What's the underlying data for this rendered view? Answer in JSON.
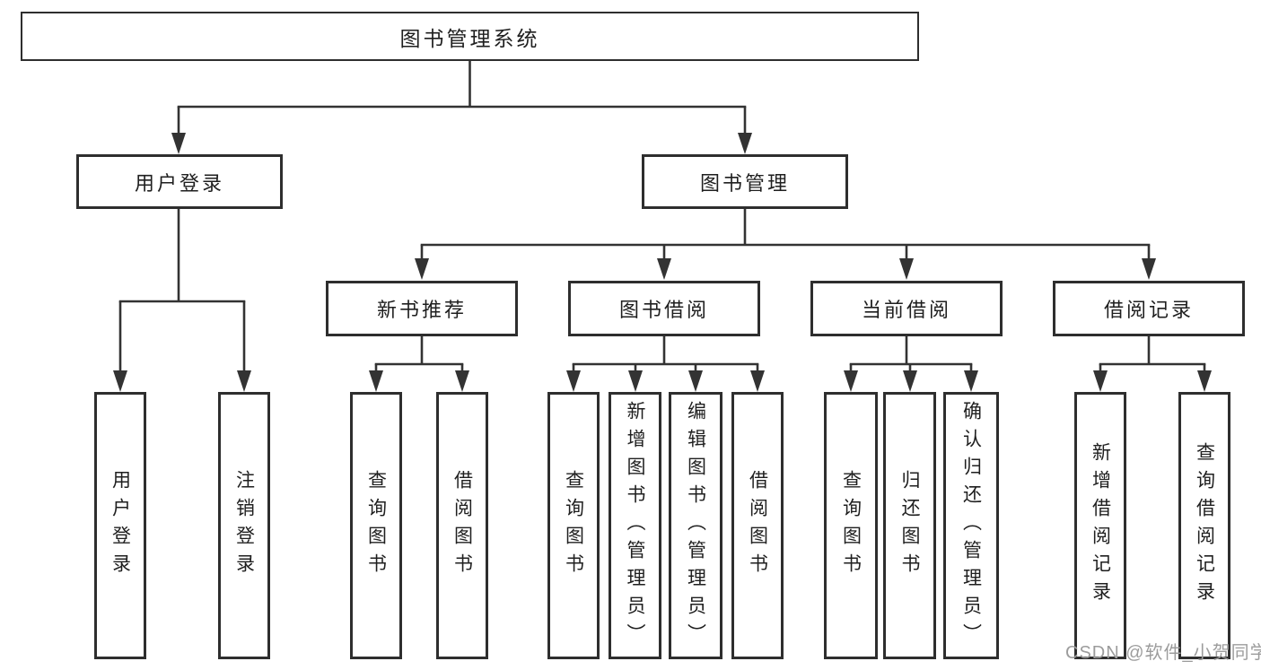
{
  "diagram": {
    "root": {
      "label": "图书管理系统"
    },
    "level2": [
      {
        "label": "用户登录"
      },
      {
        "label": "图书管理"
      }
    ],
    "level3": [
      {
        "label": "新书推荐",
        "parent": "图书管理"
      },
      {
        "label": "图书借阅",
        "parent": "图书管理"
      },
      {
        "label": "当前借阅",
        "parent": "图书管理"
      },
      {
        "label": "借阅记录",
        "parent": "图书管理"
      }
    ],
    "leaves": [
      {
        "label": "用户登录",
        "parent": "用户登录"
      },
      {
        "label": "注销登录",
        "parent": "用户登录"
      },
      {
        "label": "查询图书",
        "parent": "新书推荐"
      },
      {
        "label": "借阅图书",
        "parent": "新书推荐"
      },
      {
        "label": "查询图书",
        "parent": "图书借阅"
      },
      {
        "label": "新增图书（管理员）",
        "parent": "图书借阅"
      },
      {
        "label": "编辑图书（管理员）",
        "parent": "图书借阅"
      },
      {
        "label": "借阅图书",
        "parent": "图书借阅"
      },
      {
        "label": "查询图书",
        "parent": "当前借阅"
      },
      {
        "label": "归还图书",
        "parent": "当前借阅"
      },
      {
        "label": "确认归还（管理员）",
        "parent": "当前借阅"
      },
      {
        "label": "新增借阅记录",
        "parent": "借阅记录"
      },
      {
        "label": "查询借阅记录",
        "parent": "借阅记录"
      }
    ]
  },
  "watermark": {
    "text": "CSDN @软件_小贺同学"
  },
  "colors": {
    "line": "#333333",
    "box_border": "#2e2e2e",
    "text": "#1f1f1f",
    "watermark": "#9c9c9c",
    "background": "#ffffff"
  }
}
